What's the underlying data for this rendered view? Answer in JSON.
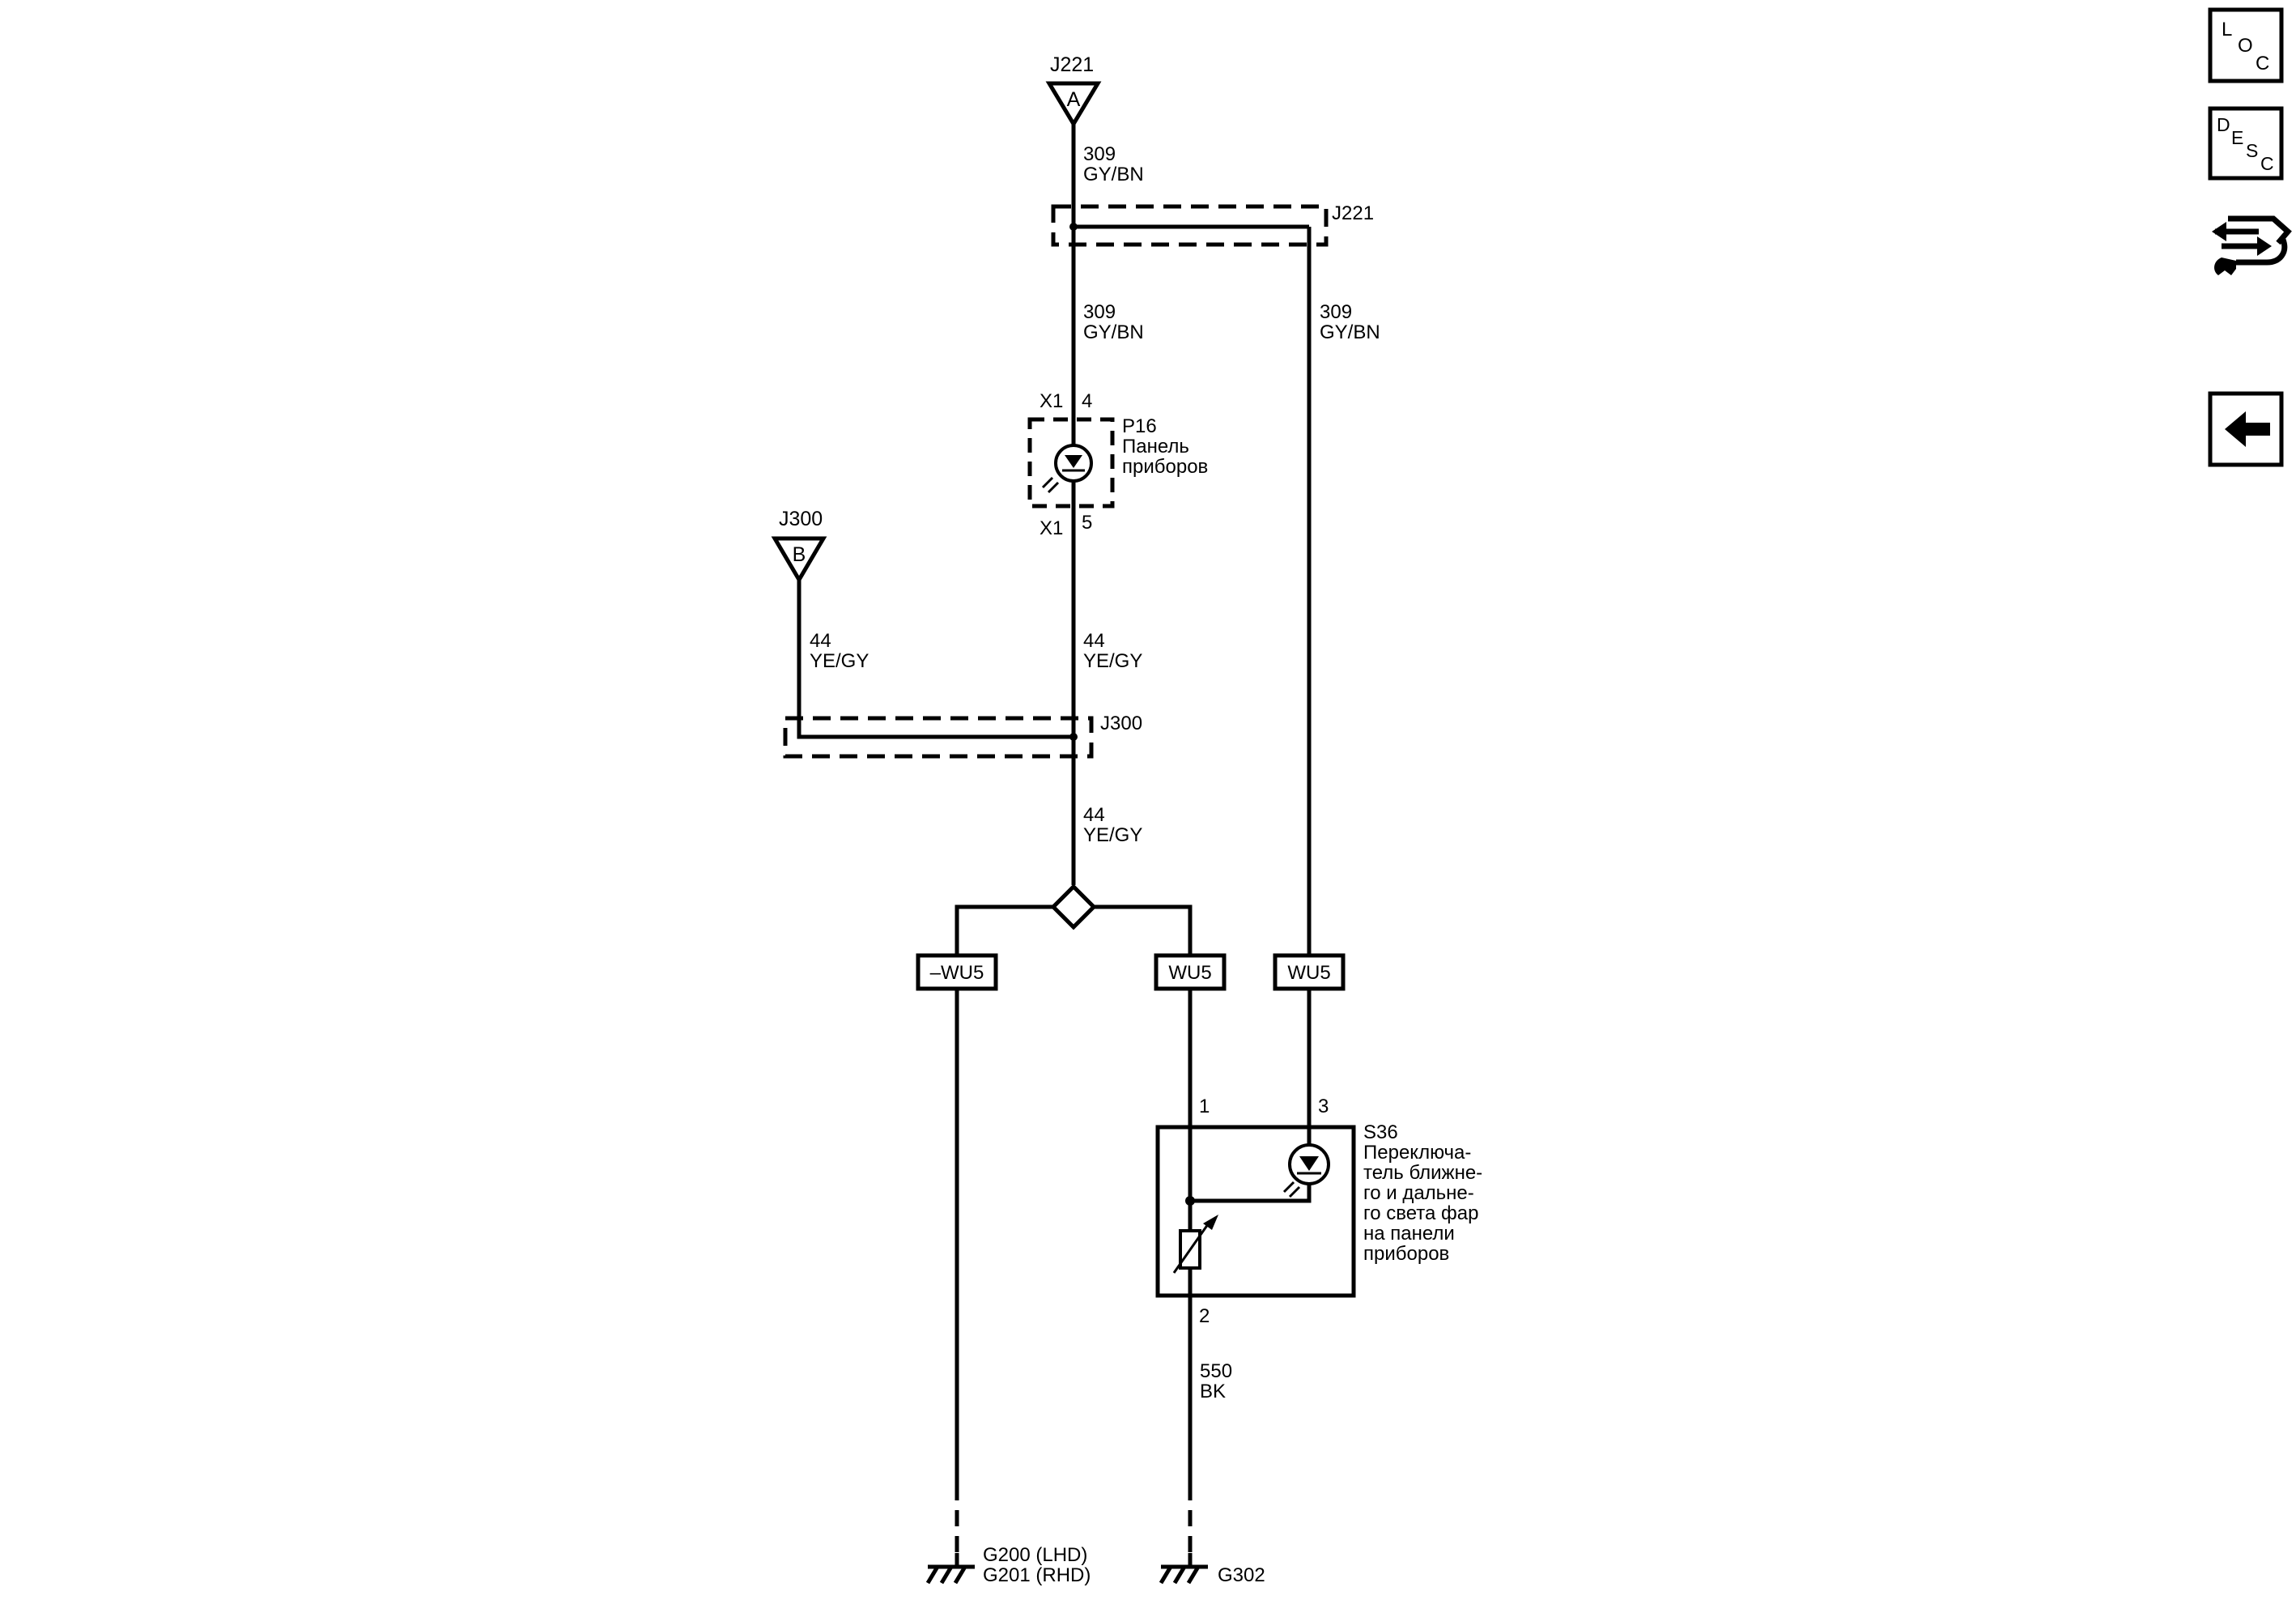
{
  "colors": {
    "ink": "#000000",
    "background": "#ffffff"
  },
  "nav": {
    "loc": {
      "l": "L",
      "o": "O",
      "c": "C"
    },
    "desc": {
      "d": "D",
      "e": "E",
      "s": "S",
      "c": "C"
    },
    "service_icon": "wrench-arrows-icon",
    "back_icon": "arrow-left-icon"
  },
  "offpage": {
    "a": {
      "ref": "J221",
      "letter": "A"
    },
    "b": {
      "ref": "J300",
      "letter": "B"
    }
  },
  "wires": {
    "w309_a": {
      "circuit": "309",
      "color": "GY/BN"
    },
    "w309_b": {
      "circuit": "309",
      "color": "GY/BN"
    },
    "w309_c": {
      "circuit": "309",
      "color": "GY/BN"
    },
    "w44_a": {
      "circuit": "44",
      "color": "YE/GY"
    },
    "w44_b": {
      "circuit": "44",
      "color": "YE/GY"
    },
    "w44_c": {
      "circuit": "44",
      "color": "YE/GY"
    },
    "w550": {
      "circuit": "550",
      "color": "BK"
    }
  },
  "splices": {
    "j221": "J221",
    "j300": "J300"
  },
  "p16": {
    "connector_top": "X1",
    "pin_top": "4",
    "connector_bottom": "X1",
    "pin_bottom": "5",
    "ref": "P16",
    "name_line1": "Панель",
    "name_line2": "приборов"
  },
  "options": {
    "left": "–WU5",
    "middle": "WU5",
    "right": "WU5"
  },
  "s36": {
    "pin1": "1",
    "pin2": "2",
    "pin3": "3",
    "ref": "S36",
    "name_lines": [
      "Переключа-",
      "тель ближне-",
      "го и дальне-",
      "го света фар",
      "на панели",
      "приборов"
    ]
  },
  "grounds": {
    "left_line1": "G200 (LHD)",
    "left_line2": "G201 (RHD)",
    "right": "G302"
  }
}
